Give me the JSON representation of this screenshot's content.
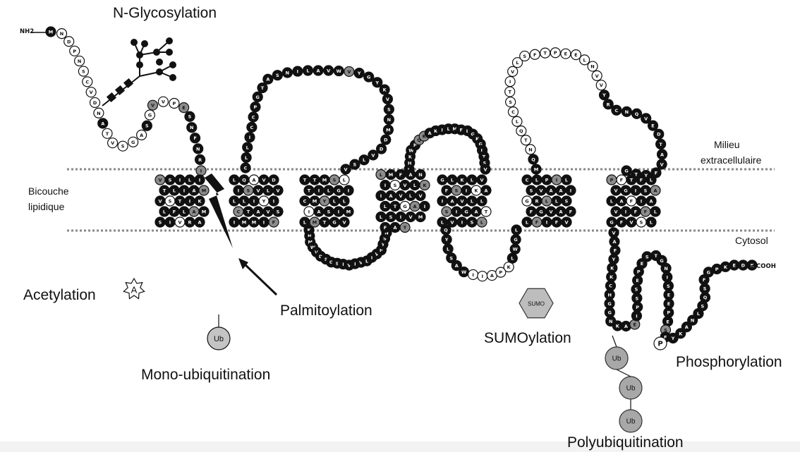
{
  "colors": {
    "black": "#111111",
    "grey": "#8c8c8c",
    "white": "#ffffff",
    "ubiquitin": "#c4c4c4",
    "membrane": "#888888"
  },
  "labels": {
    "n_glyco": "N-Glycosylation",
    "acetylation": "Acetylation",
    "palmitoylation": "Palmitoylation",
    "mono_ub": "Mono-ubiquitination",
    "sumoylation": "SUMOylation",
    "phosphorylation": "Phosphorylation",
    "polyub": "Polyubiquitination",
    "extracellular_1": "Milieu",
    "extracellular_2": "extracellulaire",
    "bilayer_1": "Bicouche",
    "bilayer_2": "lipidique",
    "cytosol": "Cytosol",
    "nterm": "NH2",
    "cterm": "COOH",
    "acetyl_badge": "A",
    "ub_tag": "Ub",
    "sumo_tag": "SUMO",
    "phospho_tag": "P"
  },
  "n_terminal_segment": {
    "residues": [
      "M",
      "N",
      "D",
      "P",
      "N",
      "S",
      "C",
      "V",
      "D",
      "N",
      "A",
      "T",
      "V",
      "S",
      "G",
      "A",
      "S",
      "G",
      "V",
      "V",
      "P",
      "E",
      "S",
      "N",
      "F",
      "N",
      "R",
      "I"
    ],
    "grey_indices": [
      18,
      21,
      27
    ],
    "white_indices": [
      1,
      2,
      3,
      4,
      5,
      6,
      7,
      8,
      9,
      11,
      12,
      13,
      14,
      15,
      17,
      19,
      20
    ]
  },
  "extracellular_loop_1": {
    "residues": [
      "C",
      "L",
      "L",
      "I",
      "C",
      "C",
      "P",
      "G",
      "T",
      "A",
      "S",
      "N",
      "I",
      "L",
      "A",
      "V",
      "W",
      "V",
      "Y",
      "G",
      "Y",
      "K",
      "V",
      "S",
      "N",
      "M",
      "D",
      "D",
      "V",
      "L",
      "S",
      "V"
    ],
    "grey_indices": [
      17
    ]
  },
  "intracellular_loop_1": {
    "residues": [
      "K",
      "N",
      "M",
      "W",
      "V",
      "D",
      "S",
      "G",
      "S",
      "I",
      "V",
      "I",
      "V",
      "L",
      "I",
      "V",
      "P",
      "Y",
      "S",
      "N"
    ]
  },
  "extracellular_loop_2": {
    "residues": [
      "L",
      "H",
      "K",
      "W",
      "P",
      "Q",
      "K",
      "A",
      "K",
      "I",
      "L",
      "M",
      "F",
      "L",
      "G",
      "K",
      "G",
      "L",
      "T",
      "S",
      "V"
    ],
    "grey_indices": [
      5,
      6
    ]
  },
  "cytoplasmic_loop_2": {
    "residues": [
      "Q",
      "Y",
      "L",
      "S",
      "A",
      "W",
      "I",
      "I",
      "A",
      "P",
      "K",
      "L",
      "W",
      "G",
      "L"
    ],
    "white_indices": [
      6,
      7,
      8,
      9,
      10
    ]
  },
  "extracellular_loop_3": {
    "residues": [
      "M",
      "Q",
      "N",
      "T",
      "Q",
      "L",
      "C",
      "S",
      "T",
      "I",
      "V",
      "L",
      "S",
      "F",
      "T",
      "P",
      "E",
      "E",
      "L",
      "N",
      "V",
      "V",
      "Y",
      "R",
      "C",
      "N",
      "Q",
      "V",
      "E",
      "D",
      "T",
      "A",
      "V",
      "F",
      "Y",
      "T",
      "G"
    ],
    "white_indices": [
      2,
      3,
      4,
      5,
      6,
      7,
      8,
      9,
      10,
      11,
      12,
      13,
      14,
      15,
      16,
      17,
      18,
      19,
      20,
      21
    ]
  },
  "c_terminal_tail": {
    "residues": [
      "V",
      "A",
      "F",
      "Y",
      "K",
      "K",
      "C",
      "H",
      "G",
      "G",
      "N",
      "K",
      "A",
      "E",
      "I",
      "P",
      "S",
      "S",
      "E",
      "P",
      "E",
      "S",
      "T",
      "G",
      "N",
      "I",
      "S",
      "E",
      "E",
      "P",
      "E",
      "S",
      "F",
      "Y",
      "K",
      "A",
      "N",
      "L",
      "S",
      "Q",
      "S",
      "F",
      "G",
      "P",
      "K",
      "E",
      "D",
      "K"
    ],
    "grey_indices": [
      13,
      31
    ]
  },
  "tm_helices": [
    {
      "residues": [
        "V",
        "S",
        "I",
        "L",
        "I",
        "T",
        "L",
        "I",
        "A",
        "M",
        "V",
        "S",
        "T",
        "I",
        "K",
        "L",
        "F",
        "L",
        "A",
        "M",
        "S",
        "I",
        "V",
        "R",
        "A"
      ]
    },
    {
      "residues": [
        "L",
        "Q",
        "A",
        "V",
        "D",
        "I",
        "S",
        "V",
        "L",
        "V",
        "L",
        "L",
        "I",
        "Y",
        "I",
        "C",
        "T",
        "A",
        "V",
        "S",
        "I",
        "M",
        "M",
        "I",
        "F"
      ]
    },
    {
      "residues": [
        "T",
        "T",
        "M",
        "S",
        "L",
        "T",
        "I",
        "L",
        "G",
        "I",
        "C",
        "M",
        "Y",
        "L",
        "L",
        "I",
        "A",
        "S",
        "I",
        "M",
        "L",
        "M",
        "T",
        "G",
        "V"
      ]
    },
    {
      "residues": [
        "L",
        "M",
        "F",
        "A",
        "N",
        "I",
        "S",
        "V",
        "L",
        "K",
        "I",
        "A",
        "V",
        "L",
        "V",
        "L",
        "T",
        "G",
        "A",
        "I",
        "L",
        "S",
        "I",
        "V",
        "M",
        "F",
        "A",
        "T"
      ]
    },
    {
      "residues": [
        "G",
        "L",
        "K",
        "L",
        "V",
        "F",
        "S",
        "I",
        "K",
        "A",
        "I",
        "A",
        "V",
        "L",
        "L",
        "S",
        "I",
        "G",
        "A",
        "T",
        "L",
        "V",
        "I",
        "S",
        "L"
      ]
    },
    {
      "residues": [
        "C",
        "L",
        "P",
        "I",
        "L",
        "S",
        "V",
        "A",
        "A",
        "I",
        "G",
        "R",
        "L",
        "L",
        "S",
        "F",
        "G",
        "V",
        "A",
        "F",
        "L",
        "F",
        "I",
        "F",
        "V"
      ]
    },
    {
      "residues": [
        "P",
        "F",
        "T",
        "F",
        "L",
        "V",
        "G",
        "I",
        "S",
        "A",
        "L",
        "A",
        "F",
        "I",
        "A",
        "V",
        "I",
        "F",
        "F",
        "L",
        "G",
        "F",
        "V",
        "S",
        "L"
      ]
    }
  ]
}
